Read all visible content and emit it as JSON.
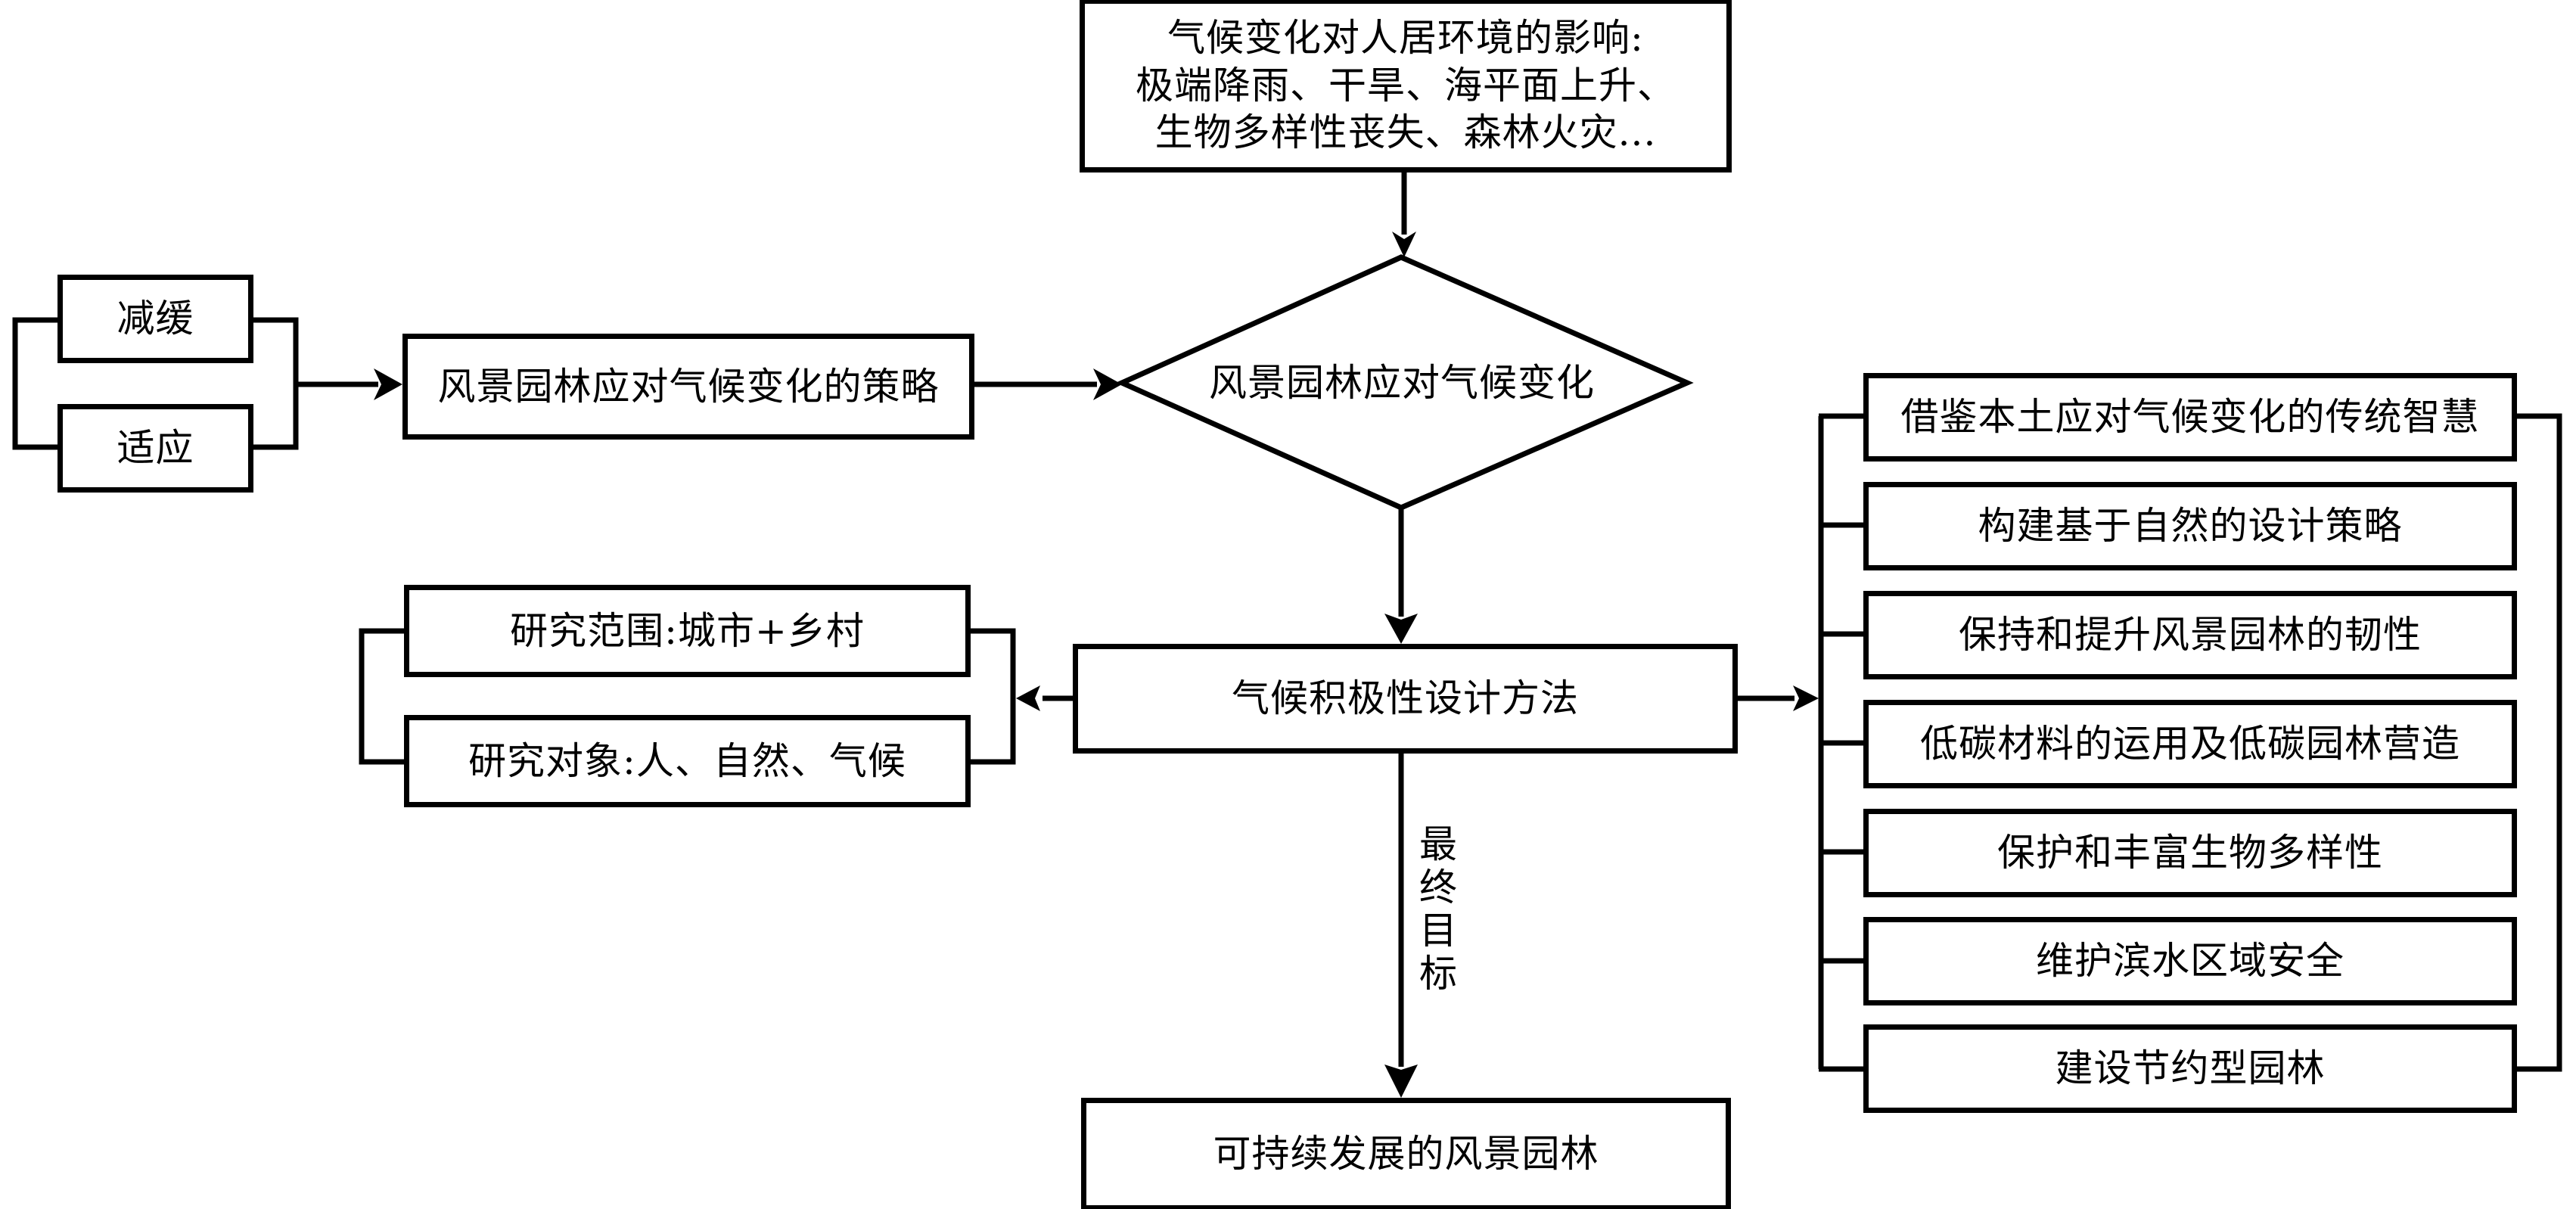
{
  "diagram_title": "",
  "impact_box": {
    "lines": [
      "气候变化对人居环境的影响:",
      "极端降雨、干旱、海平面上升、",
      "生物多样性丧失、森林火灾..."
    ]
  },
  "approaches": {
    "items": [
      "减缓",
      "适应"
    ]
  },
  "strategy_box": {
    "label": "风景园林应对气候变化的策略"
  },
  "core_decision": {
    "label": "风景园林应对气候变化"
  },
  "method_box": {
    "label": "气候积极性设计方法"
  },
  "research": {
    "items": [
      "研究范围:城市+乡村",
      "研究对象:人、自然、气候"
    ]
  },
  "strategies": {
    "items": [
      "借鉴本土应对气候变化的传统智慧",
      "构建基于自然的设计策略",
      "保持和提升风景园林的韧性",
      "低碳材料的运用及低碳园林营造",
      "保护和丰富生物多样性",
      "维护滨水区域安全",
      "建设节约型园林"
    ]
  },
  "goal_edge": {
    "chars": [
      "最",
      "终",
      "目",
      "标"
    ]
  },
  "goal_box": {
    "label": "可持续发展的风景园林"
  },
  "colors": {
    "stroke": "#000000",
    "fill": "#ffffff",
    "text": "#000000"
  }
}
